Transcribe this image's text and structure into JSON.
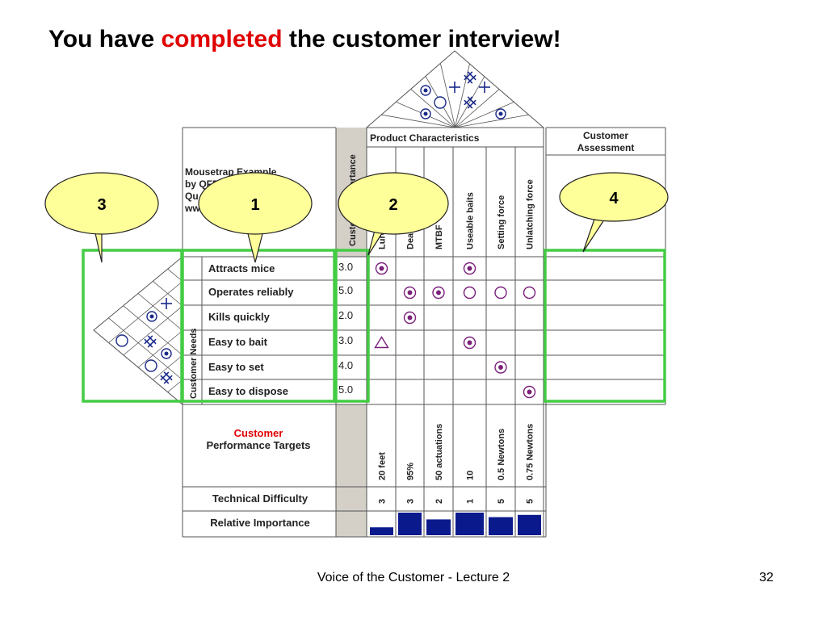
{
  "slide": {
    "title_before": "You have ",
    "title_accent": "completed",
    "title_after": " the customer interview!",
    "footer": "Voice of the Customer - Lecture 2",
    "slide_number": "32",
    "accent_color": "#e00000",
    "highlight_color": "#44cc44",
    "callout_fill": "#ffff99"
  },
  "qfd": {
    "example_title_lines": [
      "Mousetrap Example",
      "by QFD",
      "Qu",
      "ww"
    ],
    "customer_importance_header": "Customer Importance",
    "product_characteristics_header": "Product Characteristics",
    "customer_assessment_header_lines": [
      "Customer",
      "Assessment"
    ],
    "customer_needs_label": "Customer Needs",
    "characteristics": [
      "Lure",
      "Death ratio",
      "MTBF",
      "Useable baits",
      "Setting force",
      "Unlatching force"
    ],
    "needs": [
      {
        "label": "Attracts mice",
        "importance": "3.0"
      },
      {
        "label": "Operates reliably",
        "importance": "5.0"
      },
      {
        "label": "Kills quickly",
        "importance": "2.0"
      },
      {
        "label": "Easy to bait",
        "importance": "3.0"
      },
      {
        "label": "Easy to set",
        "importance": "4.0"
      },
      {
        "label": "Easy to dispose",
        "importance": "5.0"
      }
    ],
    "relationships": [
      [
        "strong",
        "",
        "",
        "strong",
        "",
        ""
      ],
      [
        "",
        "strong",
        "strong",
        "medium",
        "medium",
        "medium"
      ],
      [
        "",
        "strong",
        "",
        "",
        "",
        ""
      ],
      [
        "weak",
        "",
        "",
        "strong",
        "",
        ""
      ],
      [
        "",
        "",
        "",
        "",
        "strong",
        ""
      ],
      [
        "",
        "",
        "",
        "",
        "",
        "strong"
      ]
    ],
    "targets_label_accent": "Customer",
    "targets_label_rest": "Performance Targets",
    "targets": [
      "20 feet",
      "95%",
      "50 actuations",
      "10",
      "0.5 Newtons",
      "0.75 Newtons"
    ],
    "technical_difficulty_label": "Technical Difficulty",
    "technical_difficulty": [
      "3",
      "3",
      "2",
      "1",
      "5",
      "5"
    ],
    "relative_importance_label": "Relative Importance",
    "relative_importance": [
      0.35,
      1.0,
      0.7,
      1.0,
      0.8,
      0.9
    ],
    "relationship_legend": {
      "strong": "filled-circle-icon",
      "medium": "open-circle-icon",
      "weak": "triangle-icon"
    }
  },
  "callouts": [
    {
      "id": "1",
      "label": "1"
    },
    {
      "id": "2",
      "label": "2"
    },
    {
      "id": "3",
      "label": "3"
    },
    {
      "id": "4",
      "label": "4"
    }
  ]
}
